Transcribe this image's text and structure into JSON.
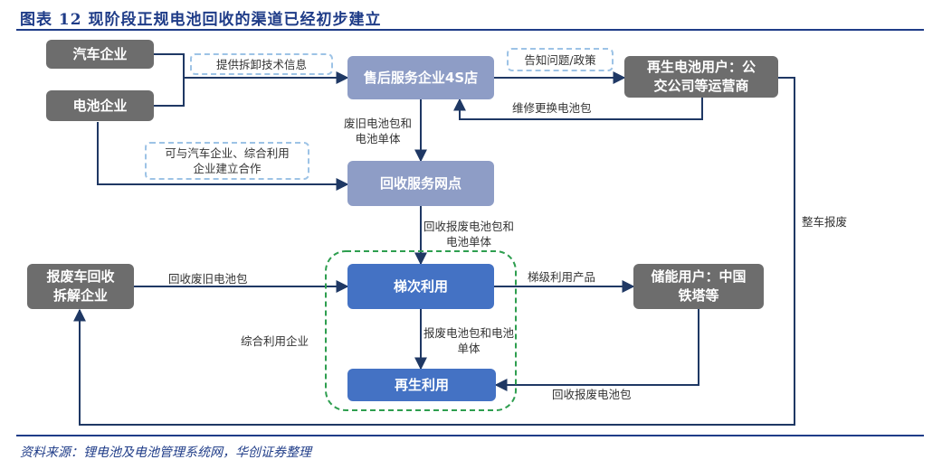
{
  "header": {
    "title": "图表 12   现阶段正规电池回收的渠道已经初步建立"
  },
  "footer": {
    "source": "资料来源：锂电池及电池管理系统网，华创证券整理"
  },
  "nodes": {
    "auto": "汽车企业",
    "battery": "电池企业",
    "aftersales": "售后服务企业4S店",
    "renew_user_l1": "再生电池用户：公",
    "renew_user_l2": "交公司等运营商",
    "recycle_point": "回收服务网点",
    "scrap_l1": "报废车回收",
    "scrap_l2": "拆解企业",
    "cascade": "梯次利用",
    "storage_l1": "储能用户：中国",
    "storage_l2": "铁塔等",
    "regen": "再生利用"
  },
  "labels": {
    "tech_info": "提供拆卸技术信息",
    "notify": "告知问题/政策",
    "repair": "维修更换电池包",
    "waste_pack_l1": "废旧电池包和",
    "waste_pack_l2": "电池单体",
    "cooperate_l1": "可与汽车企业、综合利用",
    "cooperate_l2": "企业建立合作",
    "recycle_scrap_l1": "回收报废电池包和",
    "recycle_scrap_l2": "电池单体",
    "recycle_waste": "回收废旧电池包",
    "cascade_product": "梯级利用产品",
    "comprehensive": "综合利用企业",
    "scrap_pack_l1": "报废电池包和电池",
    "scrap_pack_l2": "单体",
    "recycle_scrap_pack": "回收报废电池包",
    "whole_scrap": "整车报废"
  }
}
